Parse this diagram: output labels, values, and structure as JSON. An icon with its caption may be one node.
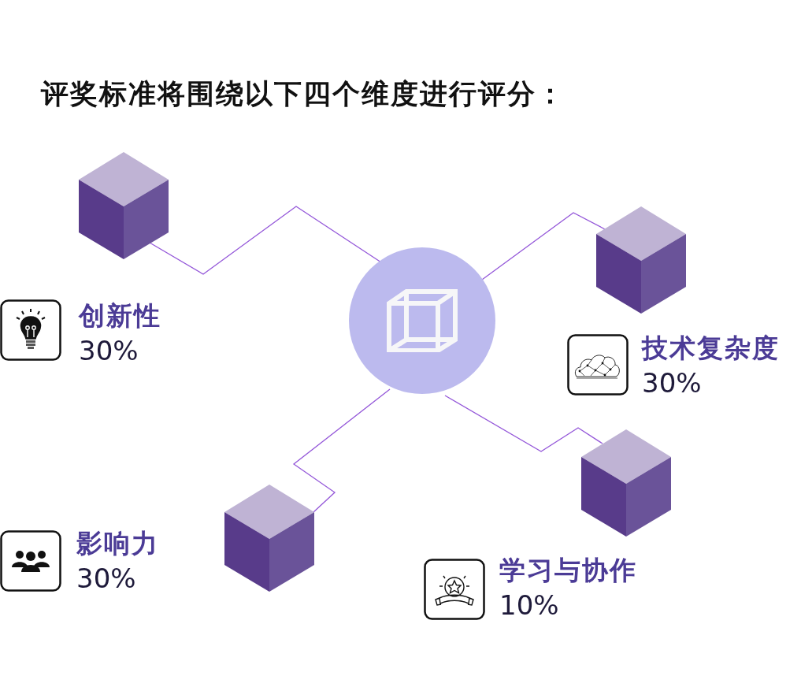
{
  "diagram": {
    "title": "评奖标准将围绕以下四个维度进行评分：",
    "nodes": [
      {
        "text": [],
        "shape": "cube",
        "beside": [
          "创新性",
          "30%"
        ]
      },
      {
        "text": [],
        "shape": "cube",
        "beside": [
          "技术复杂度",
          "30%"
        ]
      },
      {
        "text": [],
        "shape": "circle"
      },
      {
        "text": [],
        "shape": "cube",
        "beside": [
          "学习与协作",
          "10%"
        ]
      },
      {
        "text": [],
        "shape": "cube",
        "beside": [
          "影响力",
          "30%"
        ]
      }
    ],
    "edges": [
      {
        "from": 2,
        "to": 0,
        "arrow": "none"
      },
      {
        "from": 2,
        "to": 1,
        "arrow": "none"
      },
      {
        "from": 2,
        "to": 3,
        "arrow": "none"
      },
      {
        "from": 2,
        "to": 4,
        "arrow": "none"
      }
    ]
  }
}
